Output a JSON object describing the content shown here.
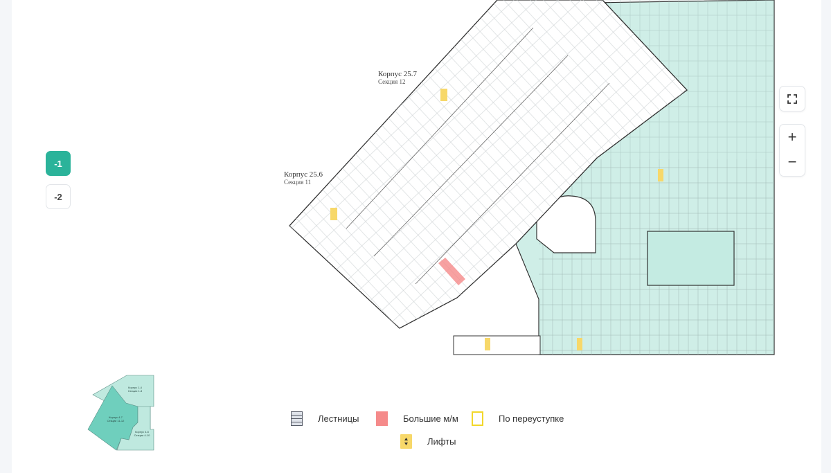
{
  "floors": [
    {
      "label": "-1",
      "active": true
    },
    {
      "label": "-2",
      "active": false
    }
  ],
  "controls": {
    "fullscreen_icon": "fullscreen-icon",
    "zoom_in": "+",
    "zoom_out": "−"
  },
  "plan_labels": [
    {
      "building": "Корпус 25.7",
      "section": "Секция 12"
    },
    {
      "building": "Корпус 25.6",
      "section": "Секция 11"
    }
  ],
  "minimap": {
    "zones": [
      {
        "building": "Корпус 1-4",
        "section": "Секции 1-3"
      },
      {
        "building": "Корпус 4-7",
        "section": "Секции 11-12"
      },
      {
        "building": "Корпус 4-5",
        "section": "Секции 4-10"
      }
    ]
  },
  "legend": [
    {
      "label": "Лестницы",
      "icon": "stairs-icon",
      "color": "#dfe3ea"
    },
    {
      "label": "Большие м/м",
      "icon": "large-space-swatch",
      "color": "#f58a8a"
    },
    {
      "label": "По переуступке",
      "icon": "resale-swatch",
      "color": "#f2d72a"
    },
    {
      "label": "Лифты",
      "icon": "elevator-icon",
      "color": "#f7d86a"
    }
  ],
  "colors": {
    "accent": "#2bb39a",
    "zone": "#cfeee7"
  }
}
